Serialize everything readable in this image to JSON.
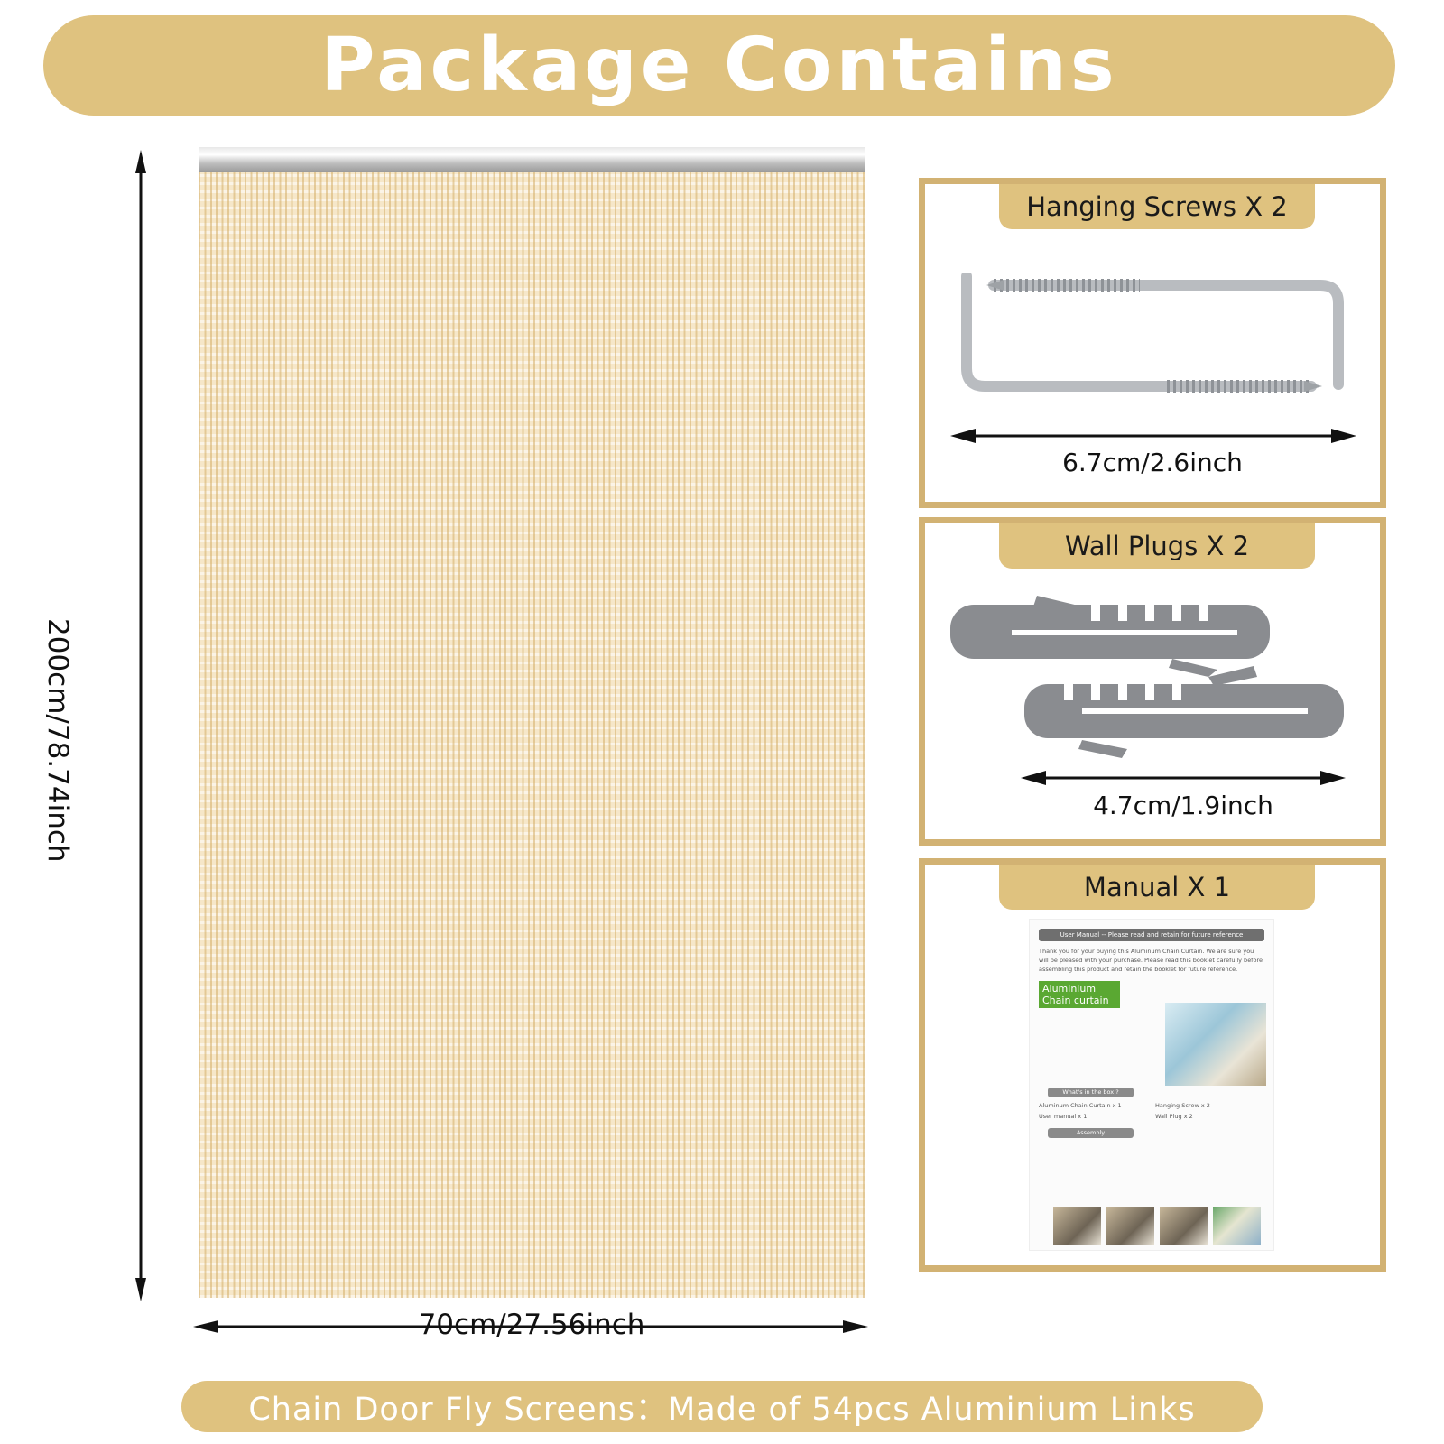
{
  "header": {
    "title": "Package Contains"
  },
  "curtain": {
    "height_label": "200cm/78.74inch",
    "width_label": "70cm/27.56inch"
  },
  "items": [
    {
      "title": "Hanging Screws X 2",
      "dimension": "6.7cm/2.6inch"
    },
    {
      "title": "Wall Plugs X 2",
      "dimension": "4.7cm/1.9inch"
    },
    {
      "title": "Manual X 1"
    }
  ],
  "manual": {
    "header": "User Manual -- Please read and retain for future reference",
    "intro": "Thank you for your buying this Aluminum Chain Curtain. We are sure you will be pleased with your purchase. Please read this booklet carefully before assembling this product and retain the booklet for future reference.",
    "badge": "Aluminium Chain curtain",
    "whats_in_box": "What's in the box ?",
    "box_items": [
      "Aluminum Chain Curtain x 1",
      "Hanging Screw x 2",
      "User manual x 1",
      "Wall Plug x 2"
    ],
    "assembly": "Assembly"
  },
  "footer": {
    "text": "Chain Door Fly Screens：Made of 54pcs Aluminium Links"
  },
  "colors": {
    "accent": "#dfc27f",
    "border": "#d2b273",
    "curtain": "#f6e7c9"
  }
}
